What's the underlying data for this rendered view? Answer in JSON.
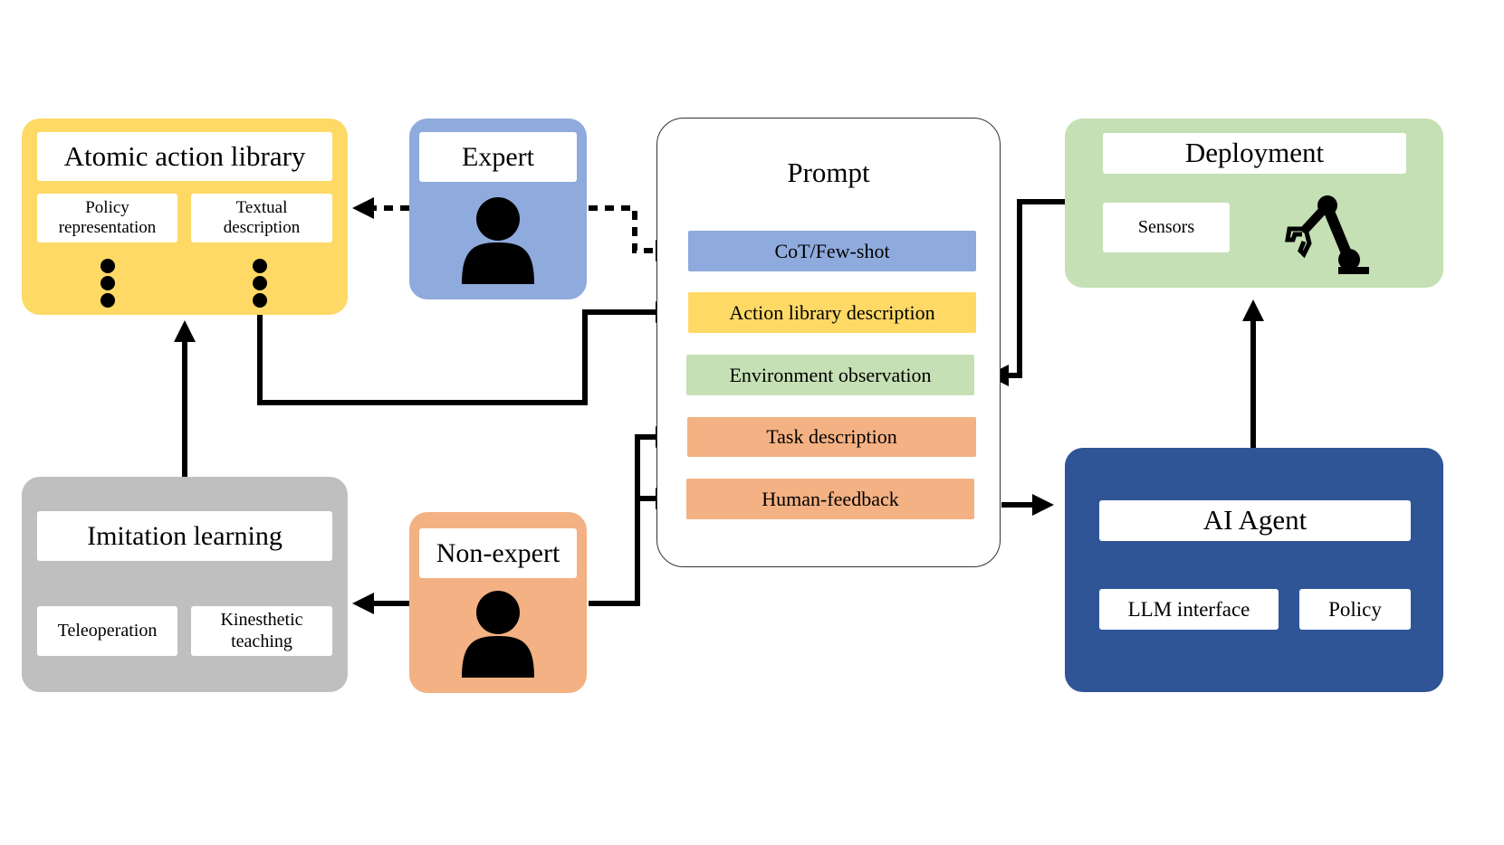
{
  "atomic_library": {
    "title": "Atomic action library",
    "policy_representation": "Policy\nrepresentation",
    "textual_description": "Textual\ndescription"
  },
  "expert": {
    "title": "Expert"
  },
  "non_expert": {
    "title": "Non-expert"
  },
  "imitation": {
    "title": "Imitation learning",
    "teleoperation": "Teleoperation",
    "kinesthetic": "Kinesthetic\nteaching"
  },
  "prompt": {
    "title": "Prompt",
    "items": [
      "CoT/Few-shot",
      "Action library description",
      "Environment observation",
      "Task description",
      "Human-feedback"
    ]
  },
  "deployment": {
    "title": "Deployment",
    "sensors": "Sensors"
  },
  "ai_agent": {
    "title": "AI Agent",
    "llm_interface": "LLM interface",
    "policy": "Policy"
  },
  "colors": {
    "yellow": "#ffd966",
    "blue_light": "#8faadc",
    "green": "#c5e0b4",
    "orange": "#f4b183",
    "gray": "#bfbfbf",
    "navy": "#2f5597"
  }
}
